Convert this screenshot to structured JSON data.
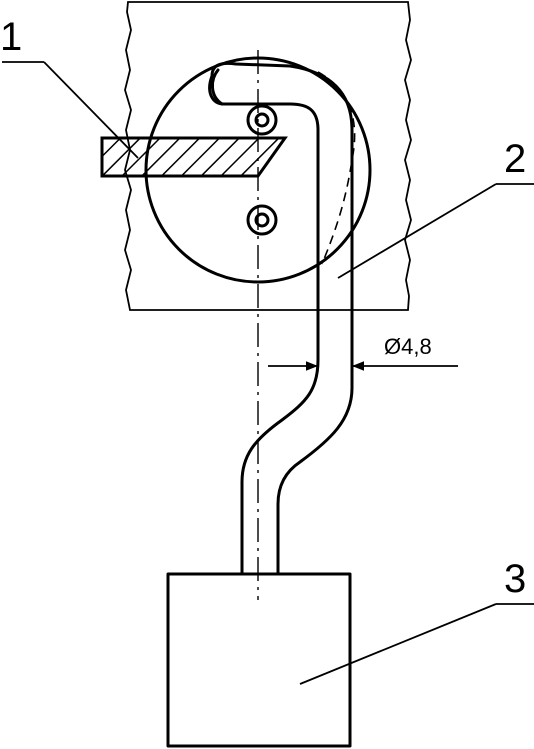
{
  "labels": {
    "part1": "1",
    "part2": "2",
    "part3": "3"
  },
  "dimension": {
    "diameter": "Ø4,8"
  }
}
